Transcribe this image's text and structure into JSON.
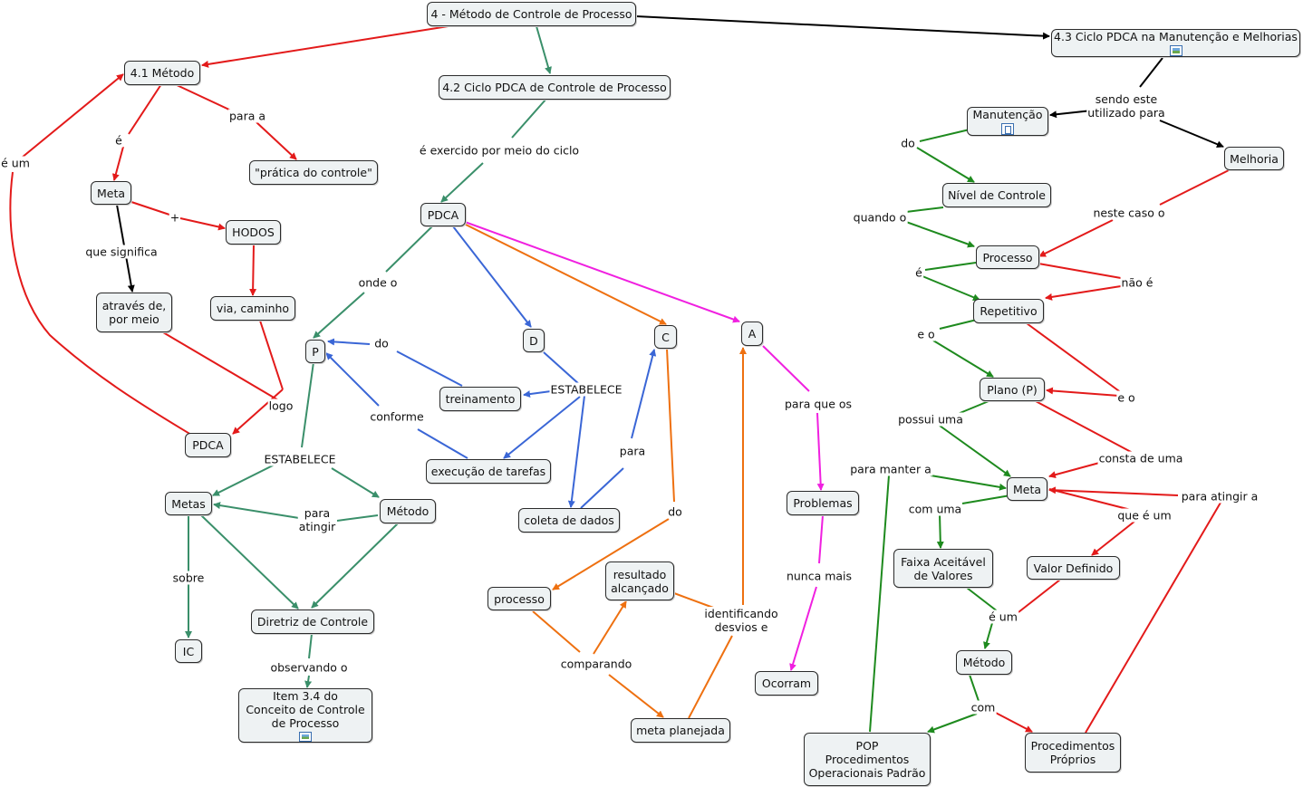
{
  "nodes": {
    "main": "4 - Método de Controle de Processo",
    "metodo41": "4.1 Método",
    "ciclo42": "4.2 Ciclo PDCA de Controle de Processo",
    "ciclo43": "4.3 Ciclo PDCA na Manutenção e Melhorias",
    "pratica": "\"prática do controle\"",
    "meta_l": "Meta",
    "hodos": "HODOS",
    "atraves": "através de,\npor meio",
    "via": "via, caminho",
    "pdca_l": "PDCA",
    "pdca_c": "PDCA",
    "p": "P",
    "d": "D",
    "c": "C",
    "a": "A",
    "treinamento": "treinamento",
    "execucao": "execução de tarefas",
    "coleta": "coleta de dados",
    "metas": "Metas",
    "metodo_c": "Método",
    "diretriz": "Diretriz de Controle",
    "ic": "IC",
    "item34": "Item 3.4 do\nConceito de Controle\nde Processo",
    "processo_c": "processo",
    "resultado": "resultado\nalcançado",
    "meta_planejada": "meta planejada",
    "problemas": "Problemas",
    "ocorram": "Ocorram",
    "manutencao": "Manutenção",
    "melhoria": "Melhoria",
    "nivel": "Nível de Controle",
    "processo_r": "Processo",
    "repetitivo": "Repetitivo",
    "plano": "Plano (P)",
    "meta_r": "Meta",
    "faixa": "Faixa Aceitável\nde Valores",
    "valor": "Valor Definido",
    "metodo_r": "Método",
    "pop": "POP\nProcedimentos\nOperacionais Padrão",
    "proprios": "Procedimentos\nPróprios"
  },
  "labels": {
    "e_um_left": "é um",
    "e_meta": "é",
    "para_a": "para a",
    "plus": "+",
    "que_significa": "que significa",
    "logo": "logo",
    "exercido": "é exercido por meio do ciclo",
    "onde_o": "onde o",
    "do_p": "do",
    "conforme": "conforme",
    "estabelece_d": "ESTABELECE",
    "estabelece_p": "ESTABELECE",
    "para_c": "para",
    "do_c": "do",
    "para_atingir_c": "para\natingir",
    "sobre": "sobre",
    "observando": "observando  o",
    "comparando": "comparando",
    "identificando": "identificando\ndesvios e",
    "para_que_os": "para que os",
    "nunca_mais": "nunca mais",
    "sendo_este": "sendo este\nutilizado para",
    "do_r": "do",
    "quando_o": "quando o",
    "neste_caso": "neste caso o",
    "e_r": "é",
    "nao_e": "não é",
    "e_o_1": "e o",
    "e_o_2": "e o",
    "possui_uma": "possui uma",
    "consta_de_uma": "consta de uma",
    "para_manter_a": "para manter a",
    "com_uma": "com uma",
    "que_e_um": "que é um",
    "para_atingir_a": "para atingir a",
    "e_um_r": "é um",
    "com": "com"
  },
  "icons": {
    "ciclo43": "image-icon",
    "item34": "image-icon",
    "manutencao": "sitemap-icon"
  },
  "colors": {
    "red": "#e31a1a",
    "green_teal": "#3a8f6a",
    "blue": "#3a66d6",
    "orange": "#ee7010",
    "magenta": "#f020e0",
    "dark_green": "#1e8a1e",
    "black": "#000000"
  }
}
